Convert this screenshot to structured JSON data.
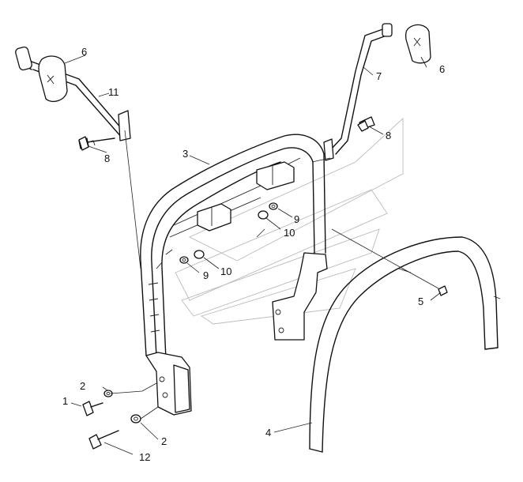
{
  "labels": {
    "part_1": "1",
    "part_2a": "2",
    "part_2b": "2",
    "part_3": "3",
    "part_4": "4",
    "part_5": "5",
    "part_6a": "6",
    "part_6b": "6",
    "part_7": "7",
    "part_8a": "8",
    "part_8b": "8",
    "part_9a": "9",
    "part_9b": "9",
    "part_10a": "10",
    "part_10b": "10",
    "part_11": "11",
    "part_12": "12"
  }
}
